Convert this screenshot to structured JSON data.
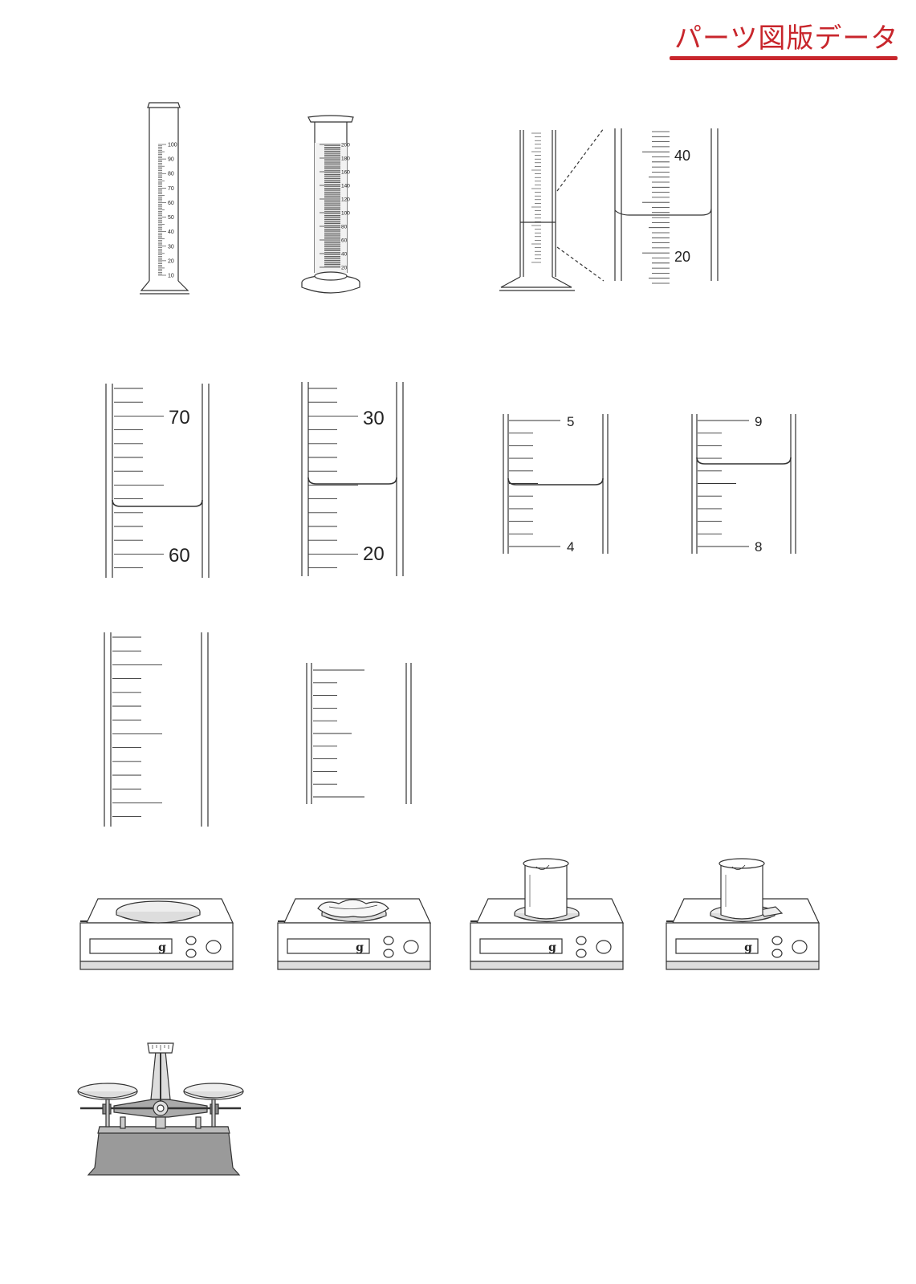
{
  "header": {
    "title": "パーツ図版データ",
    "accent_color": "#c8262c"
  },
  "cylinder_small": {
    "labels": [
      "100",
      "90",
      "80",
      "70",
      "60",
      "50",
      "40",
      "30",
      "20",
      "10"
    ]
  },
  "cylinder_large": {
    "labels": [
      "200",
      "180",
      "160",
      "140",
      "120",
      "100",
      "80",
      "60",
      "40",
      "20"
    ]
  },
  "zoom_detail": {
    "upper_label": "40",
    "lower_label": "20"
  },
  "scale_a": {
    "upper_label": "70",
    "lower_label": "60"
  },
  "scale_b": {
    "upper_label": "30",
    "lower_label": "20"
  },
  "scale_c": {
    "upper_label": "5",
    "lower_label": "4"
  },
  "scale_d": {
    "upper_label": "9",
    "lower_label": "8"
  },
  "balance_unit": "g"
}
